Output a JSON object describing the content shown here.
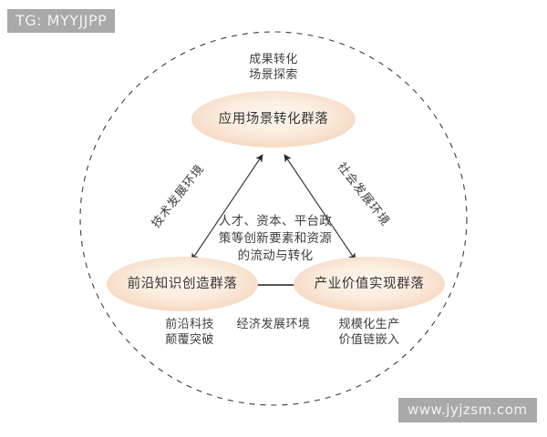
{
  "watermarks": {
    "top_left": "TG: MYYJJPP",
    "bottom_right": "www.jyjzsm.com"
  },
  "diagram": {
    "type": "triangular-cluster-ecosystem-diagram",
    "outer_boundary": {
      "shape": "dashed-circle",
      "style": "dashed",
      "color": "#444444"
    },
    "nodes": [
      {
        "id": "top",
        "label": "应用场景转化群落",
        "fill_center": "#fbf0e6",
        "fill_edge": "#f6ddc8"
      },
      {
        "id": "bottom-left",
        "label": "前沿知识创造群落",
        "fill_center": "#fbf0e6",
        "fill_edge": "#f6ddc8"
      },
      {
        "id": "bottom-right",
        "label": "产业价值实现群落",
        "fill_center": "#fbf0e6",
        "fill_edge": "#f6ddc8"
      }
    ],
    "edge_labels": [
      {
        "id": "left-edge",
        "label": "技术发展环境",
        "rotation_deg": -52
      },
      {
        "id": "right-edge",
        "label": "社会发展环境",
        "rotation_deg": 52
      },
      {
        "id": "bottom-edge",
        "label": "经济发展环境",
        "rotation_deg": 0
      }
    ],
    "center_note": {
      "lines": [
        "人才、资本、平台政",
        "策等创新要素和资源",
        "的流动与转化"
      ]
    },
    "outer_notes": [
      {
        "id": "top-note",
        "lines": [
          "成果转化",
          "场景探索"
        ]
      },
      {
        "id": "bottom-left-note",
        "lines": [
          "前沿科技",
          "颠覆突破"
        ]
      },
      {
        "id": "bottom-right-note",
        "lines": [
          "规模化生产",
          "价值链嵌入"
        ]
      }
    ],
    "arrows": [
      {
        "from": "bottom-left",
        "to": "top",
        "heads": "both"
      },
      {
        "from": "bottom-right",
        "to": "top",
        "heads": "both"
      },
      {
        "from": "bottom-left",
        "to": "bottom-right",
        "heads": "both"
      }
    ]
  }
}
